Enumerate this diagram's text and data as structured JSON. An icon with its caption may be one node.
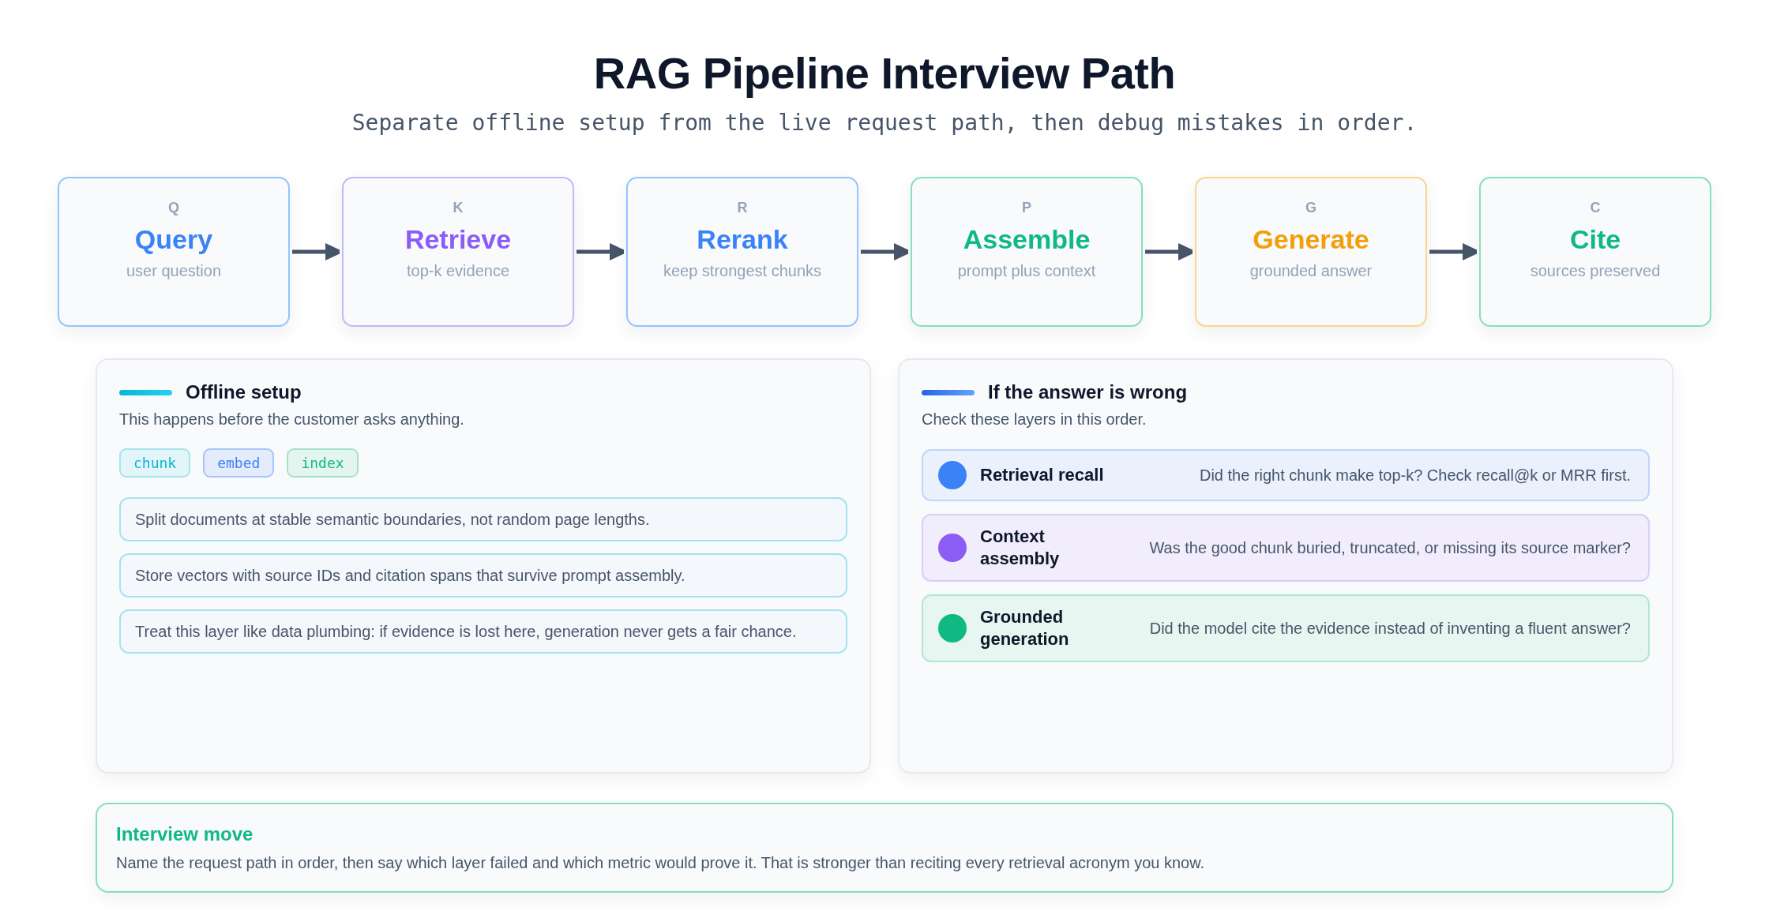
{
  "diagram": {
    "title": "RAG Pipeline Interview Path",
    "nodes": [
      {
        "text": [
          "Q",
          "Query",
          "user question"
        ]
      },
      {
        "text": [
          "K",
          "Retrieve",
          "top-k evidence"
        ]
      },
      {
        "text": [
          "R",
          "Rerank",
          "keep strongest chunks"
        ]
      },
      {
        "text": [
          "P",
          "Assemble",
          "prompt plus context"
        ]
      },
      {
        "text": [
          "G",
          "Generate",
          "grounded answer"
        ]
      },
      {
        "text": [
          "C",
          "Cite",
          "sources preserved"
        ]
      },
      {
        "text": [
          "Offline setup",
          "This happens before the customer asks anything."
        ]
      },
      {
        "text": [
          "chunk"
        ],
        "in": 6
      },
      {
        "text": [
          "embed"
        ],
        "in": 6
      },
      {
        "text": [
          "index"
        ],
        "in": 6
      },
      {
        "text": [
          "Split documents at stable semantic boundaries, not random page lengths."
        ],
        "in": 6
      },
      {
        "text": [
          "Store vectors with source IDs and citation spans that survive prompt assembly."
        ],
        "in": 6
      },
      {
        "text": [
          "Treat this layer like data plumbing: if evidence is lost here, generation never gets a fair chance."
        ],
        "in": 6
      },
      {
        "text": [
          "If the answer is wrong",
          "Check these layers in this order."
        ]
      },
      {
        "text": [
          "Retrieval recall",
          "Did the right chunk make top-k? Check recall@k or MRR first."
        ],
        "in": 13
      },
      {
        "text": [
          "Context assembly",
          "Was the good chunk buried, truncated, or missing its source marker?"
        ],
        "in": 13
      },
      {
        "text": [
          "Grounded generation",
          "Did the model cite the evidence instead of inventing a fluent answer?"
        ],
        "in": 13
      },
      {
        "text": [
          "Interview move",
          "Name the request path in order, then say which layer failed and which metric would prove it. That is stronger than reciting every retrieval acronym you know."
        ]
      }
    ],
    "edges": [
      {
        "from": 0,
        "to": 1,
        "arrow": "to"
      },
      {
        "from": 1,
        "to": 2,
        "arrow": "to"
      },
      {
        "from": 2,
        "to": 3,
        "arrow": "to"
      },
      {
        "from": 3,
        "to": 4,
        "arrow": "to"
      },
      {
        "from": 4,
        "to": 5,
        "arrow": "to"
      }
    ],
    "labels": [
      "Separate offline setup from the live request path, then debug mistakes in order."
    ]
  }
}
